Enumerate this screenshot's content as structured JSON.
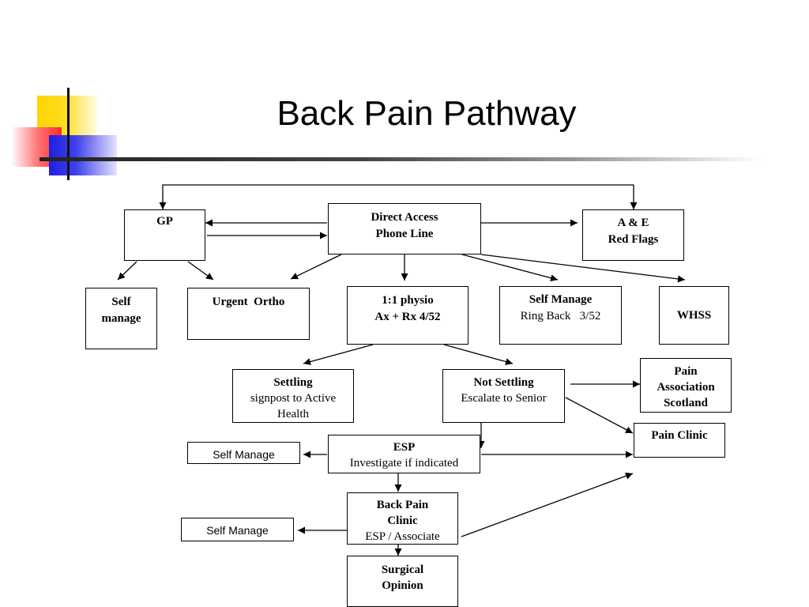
{
  "title": "Back Pain Pathway",
  "colors": {
    "yellow": "#ffd400",
    "red": "#ff3030",
    "blue": "#2020e0",
    "line": "#000000"
  },
  "nodes": {
    "gp": {
      "l1": "GP"
    },
    "direct_access": {
      "l1": "Direct Access",
      "l2": "Phone Line"
    },
    "ae": {
      "l1": "A & E",
      "l2": "Red Flags"
    },
    "self_manage_left": {
      "l1": "Self",
      "l2": "manage"
    },
    "urgent_ortho": {
      "l1": "Urgent  Ortho"
    },
    "physio": {
      "l1": "1:1 physio",
      "l2": "Ax + Rx 4/52"
    },
    "self_manage_ringback": {
      "l1": "Self Manage",
      "l2": "Ring Back   3/52"
    },
    "whss": {
      "l1": "WHSS"
    },
    "settling": {
      "l1": "Settling",
      "l2": "signpost to Active",
      "l3": "Health"
    },
    "not_settling": {
      "l1": "Not Settling",
      "l2": "Escalate to Senior"
    },
    "pain_association": {
      "l1": "Pain",
      "l2": "Association",
      "l3": "Scotland"
    },
    "pain_clinic": {
      "l1": "Pain Clinic"
    },
    "esp": {
      "l1": "ESP",
      "l2": "Investigate if indicated"
    },
    "self_manage_esp": {
      "l1": "Self Manage"
    },
    "back_pain_clinic": {
      "l1": "Back Pain",
      "l2": "Clinic",
      "l3": "ESP / Associate"
    },
    "self_manage_bpc": {
      "l1": "Self Manage"
    },
    "surgical_opinion": {
      "l1": "Surgical",
      "l2": "Opinion"
    }
  }
}
